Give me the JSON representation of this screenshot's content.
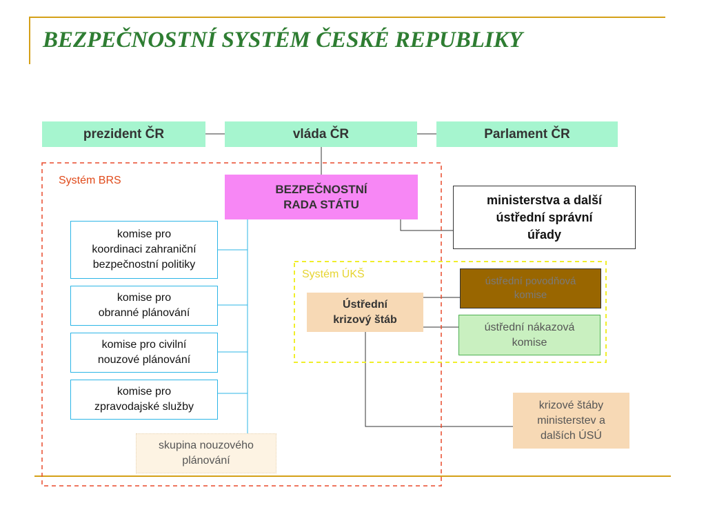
{
  "title": "BEZPEČNOSTNÍ SYSTÉM ČESKÉ REPUBLIKY",
  "top_row": {
    "president": "prezident ČR",
    "government": "vláda ČR",
    "parliament": "Parlament ČR"
  },
  "brs_system": {
    "label": "Systém BRS",
    "council_line1": "BEZPEČNOSTNÍ",
    "council_line2": "RADA STÁTU",
    "commissions": [
      {
        "lines": [
          "komise pro",
          "koordinaci zahraniční",
          "bezpečnostní politiky"
        ]
      },
      {
        "lines": [
          "komise pro",
          "obranné plánování"
        ]
      },
      {
        "lines": [
          "komise pro civilní",
          "nouzové plánování"
        ]
      },
      {
        "lines": [
          "komise pro",
          "zpravodajské služby"
        ]
      }
    ],
    "group": {
      "lines": [
        "skupina nouzového",
        "plánování"
      ]
    }
  },
  "ministries": {
    "lines": [
      "ministerstva a další",
      "ústřední správní",
      "úřady"
    ]
  },
  "uks_system": {
    "label": "Systém ÚKŠ",
    "staff": {
      "lines": [
        "Ústřední",
        "krizový štáb"
      ]
    },
    "flood": {
      "lines": [
        "ústřední povodňová",
        "komise"
      ]
    },
    "infection": {
      "lines": [
        "ústřední nákazová",
        "komise"
      ]
    }
  },
  "crisis_staffs": {
    "lines": [
      "krizové štáby",
      "ministerstev a",
      "dalších ÚSÚ"
    ]
  },
  "colors": {
    "title": "#2e7d32",
    "accent_gold": "#d4a017",
    "top_boxes": "#a6f5cf",
    "council": "#f787f5",
    "brs_border": "#e8492a",
    "uks_border": "#f0ee2a",
    "commission_border": "#2bb5e6",
    "flood_commission": "#996600",
    "infection_commission": "#c9f0c0",
    "crisis_staff": "#f7d9b5"
  }
}
